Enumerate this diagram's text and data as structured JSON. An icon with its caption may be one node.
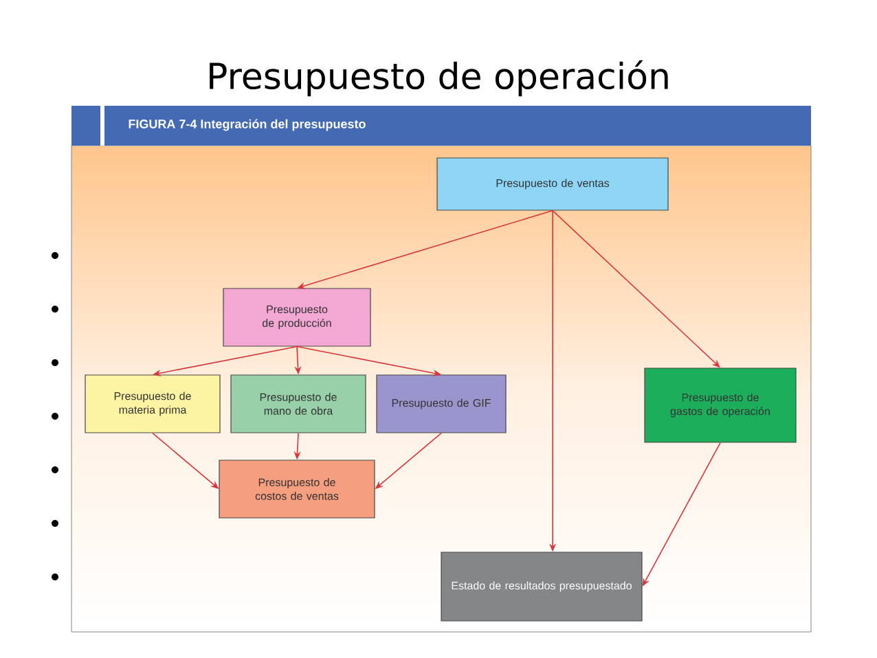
{
  "diagram": {
    "title": "Presupuesto de operación",
    "nodes": [
      {
        "text": [
          "Presupuesto de ventas"
        ]
      },
      {
        "text": [
          "Presupuesto de producción"
        ]
      },
      {
        "text": [
          "Presupuesto de materia prima"
        ]
      },
      {
        "text": [
          "Presupuesto de mano de obra"
        ]
      },
      {
        "text": [
          "Presupuesto de GIF"
        ]
      },
      {
        "text": [
          "Presupuesto de costos de ventas"
        ]
      },
      {
        "text": [
          "Presupuesto de gastos de operación"
        ]
      },
      {
        "text": [
          "Estado de resultados presupuestado"
        ]
      }
    ],
    "edges": [
      {
        "from": 0,
        "to": 1,
        "arrow": "to"
      },
      {
        "from": 0,
        "to": 7,
        "arrow": "to"
      },
      {
        "from": 0,
        "to": 6,
        "arrow": "to"
      },
      {
        "from": 1,
        "to": 2,
        "arrow": "to"
      },
      {
        "from": 1,
        "to": 3,
        "arrow": "to"
      },
      {
        "from": 1,
        "to": 4,
        "arrow": "to"
      },
      {
        "from": 2,
        "to": 5,
        "arrow": "to"
      },
      {
        "from": 3,
        "to": 5,
        "arrow": "to"
      },
      {
        "from": 4,
        "to": 5,
        "arrow": "to"
      },
      {
        "from": 6,
        "to": 7,
        "arrow": "to"
      }
    ],
    "labels": [
      "FIGURA 7-4 Integración del presupuesto"
    ]
  }
}
